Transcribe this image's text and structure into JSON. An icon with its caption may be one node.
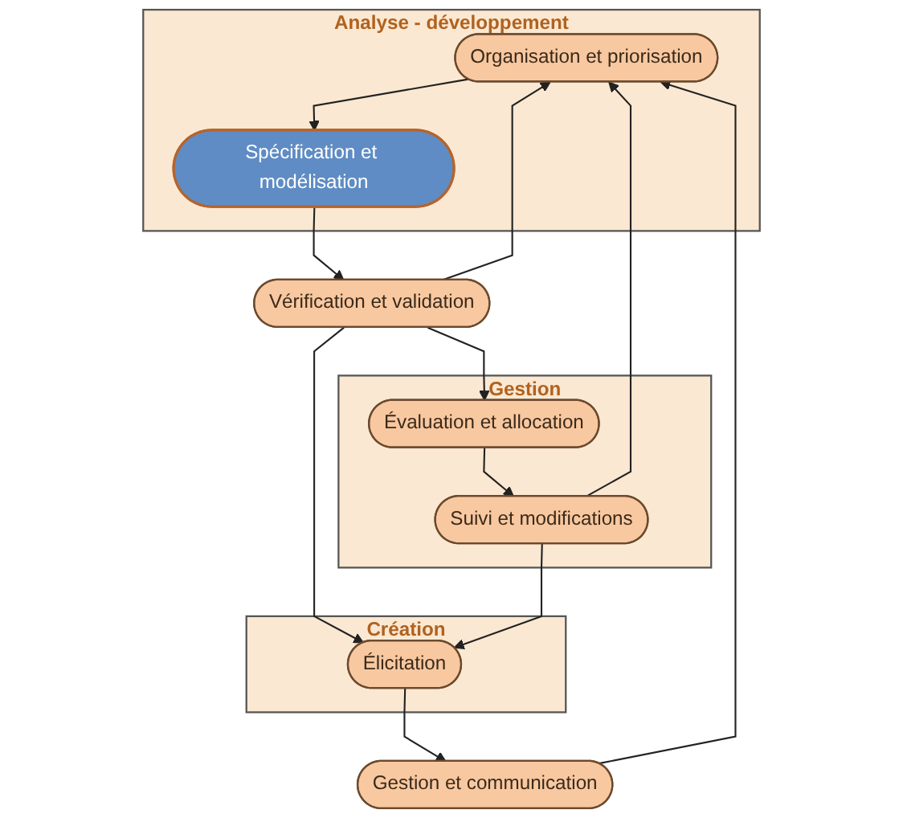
{
  "diagram": {
    "nodes": [
      {
        "text": [
          "Analyse - développement"
        ]
      },
      {
        "text": [
          "Organisation et priorisation"
        ],
        "in": 0
      },
      {
        "text": [
          "Création"
        ]
      },
      {
        "text": [
          "Gestion et communication"
        ]
      },
      {
        "text": [
          "Élicitation"
        ],
        "in": 2
      },
      {
        "text": [
          "Spécification et modélisation"
        ],
        "in": 0
      },
      {
        "text": [
          "Gestion"
        ]
      },
      {
        "text": [
          "Vérification et validation"
        ]
      },
      {
        "text": [
          "Suivi et modifications"
        ],
        "in": 6
      },
      {
        "text": [
          "Évaluation et allocation"
        ],
        "in": 6
      }
    ],
    "edges": [
      {
        "from": 4,
        "to": 3,
        "arrow": "to"
      },
      {
        "from": 3,
        "to": 1,
        "arrow": "to"
      },
      {
        "from": 1,
        "to": 5,
        "arrow": "to"
      },
      {
        "from": 5,
        "to": 7,
        "arrow": "to"
      },
      {
        "from": 7,
        "to": 4,
        "arrow": "to"
      },
      {
        "from": 7,
        "to": 1,
        "arrow": "to"
      },
      {
        "from": 8,
        "to": 1,
        "arrow": "to"
      },
      {
        "from": 7,
        "to": 9,
        "arrow": "to"
      },
      {
        "from": 9,
        "to": 8,
        "arrow": "to"
      },
      {
        "from": 8,
        "to": 4,
        "arrow": "to"
      }
    ]
  }
}
